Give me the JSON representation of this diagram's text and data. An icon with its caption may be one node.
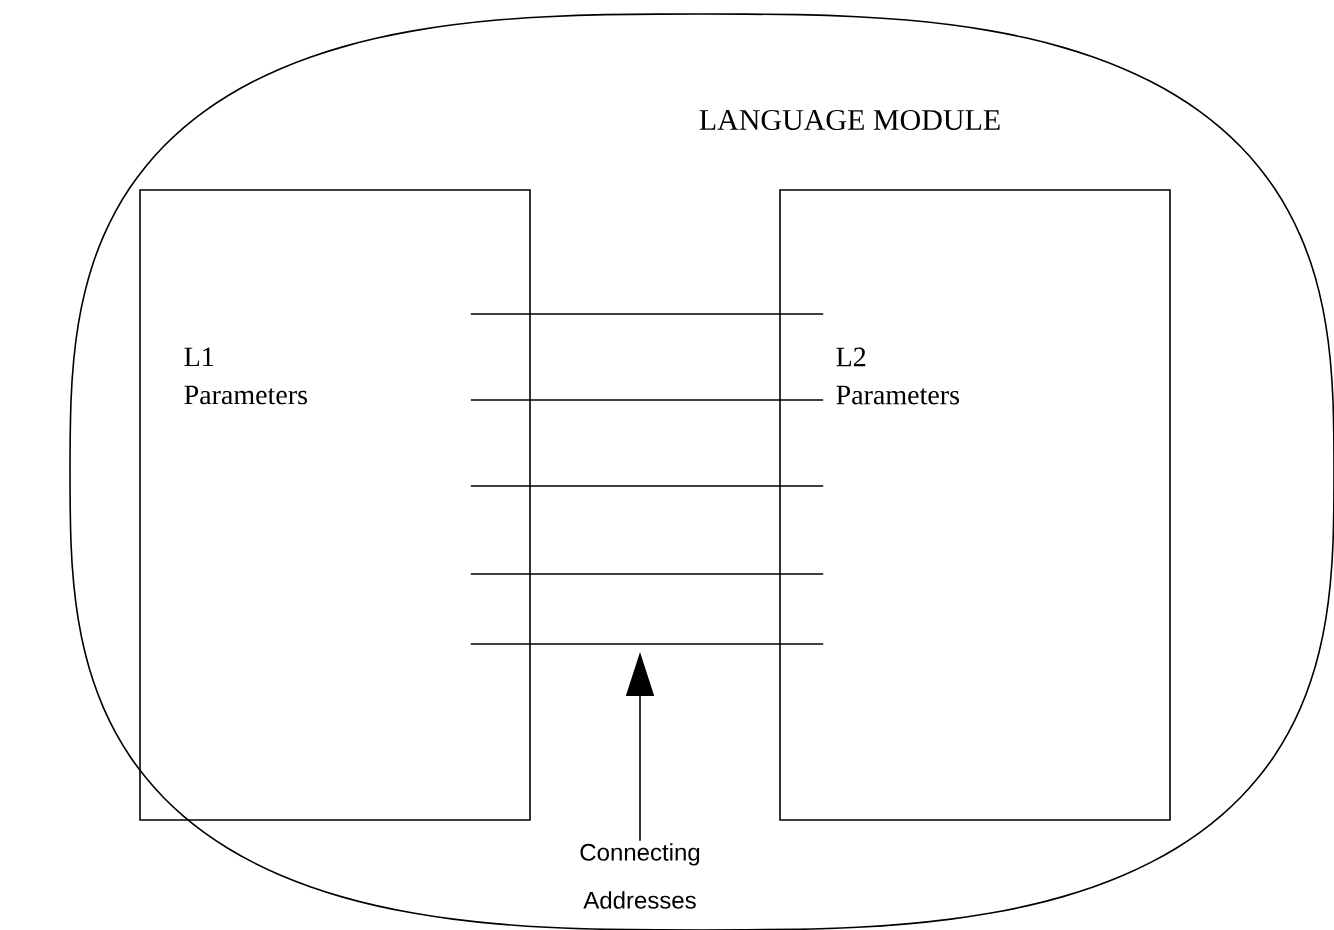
{
  "diagram": {
    "nodes": [
      {
        "text": [
          "LANGUAGE MODULE"
        ]
      },
      {
        "text": [
          "L1 Parameters"
        ],
        "in": 0
      },
      {
        "text": [
          "L2 Parameters"
        ],
        "in": 0
      },
      {
        "text": [
          "Connecting Addresses"
        ],
        "in": 0
      }
    ],
    "edges": [
      {
        "from": 1,
        "to": 2,
        "arrow": "none"
      },
      {
        "from": 1,
        "to": 2,
        "arrow": "none"
      },
      {
        "from": 1,
        "to": 2,
        "arrow": "none"
      },
      {
        "from": 1,
        "to": 2,
        "arrow": "none"
      },
      {
        "from": 1,
        "to": 2,
        "arrow": "none"
      },
      {
        "from": 3,
        "to": null,
        "arrow": "to"
      }
    ]
  }
}
